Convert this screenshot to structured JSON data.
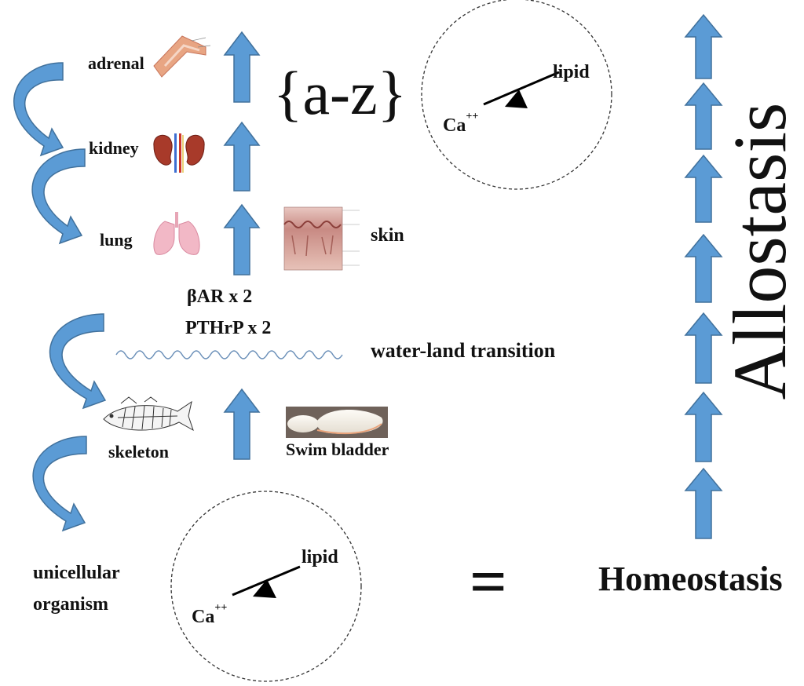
{
  "organs": {
    "adrenal": "adrenal",
    "kidney": "kidney",
    "lung": "lung",
    "skin": "skin",
    "skeleton": "skeleton",
    "swim_bladder": "Swim bladder"
  },
  "formula": "{a-z}",
  "balance": {
    "lipid": "lipid",
    "calcium_base": "Ca",
    "calcium_sup": "++"
  },
  "gene_dup": {
    "bar": "βAR x 2",
    "pthrp": "PTHrP x 2"
  },
  "transition": "water-land transition",
  "origin": {
    "line1": "unicellular",
    "line2": "organism"
  },
  "equals": "=",
  "homeostasis": "Homeostasis",
  "allostasis": "Allostasis",
  "colors": {
    "arrow_fill": "#5b9bd5",
    "arrow_stroke": "#41719c",
    "wave": "#6a8fb8",
    "text": "#111111"
  },
  "icons": [
    "adrenal-image",
    "kidney-image",
    "lung-image",
    "skin-image",
    "fish-skeleton-image",
    "swim-bladder-image"
  ]
}
